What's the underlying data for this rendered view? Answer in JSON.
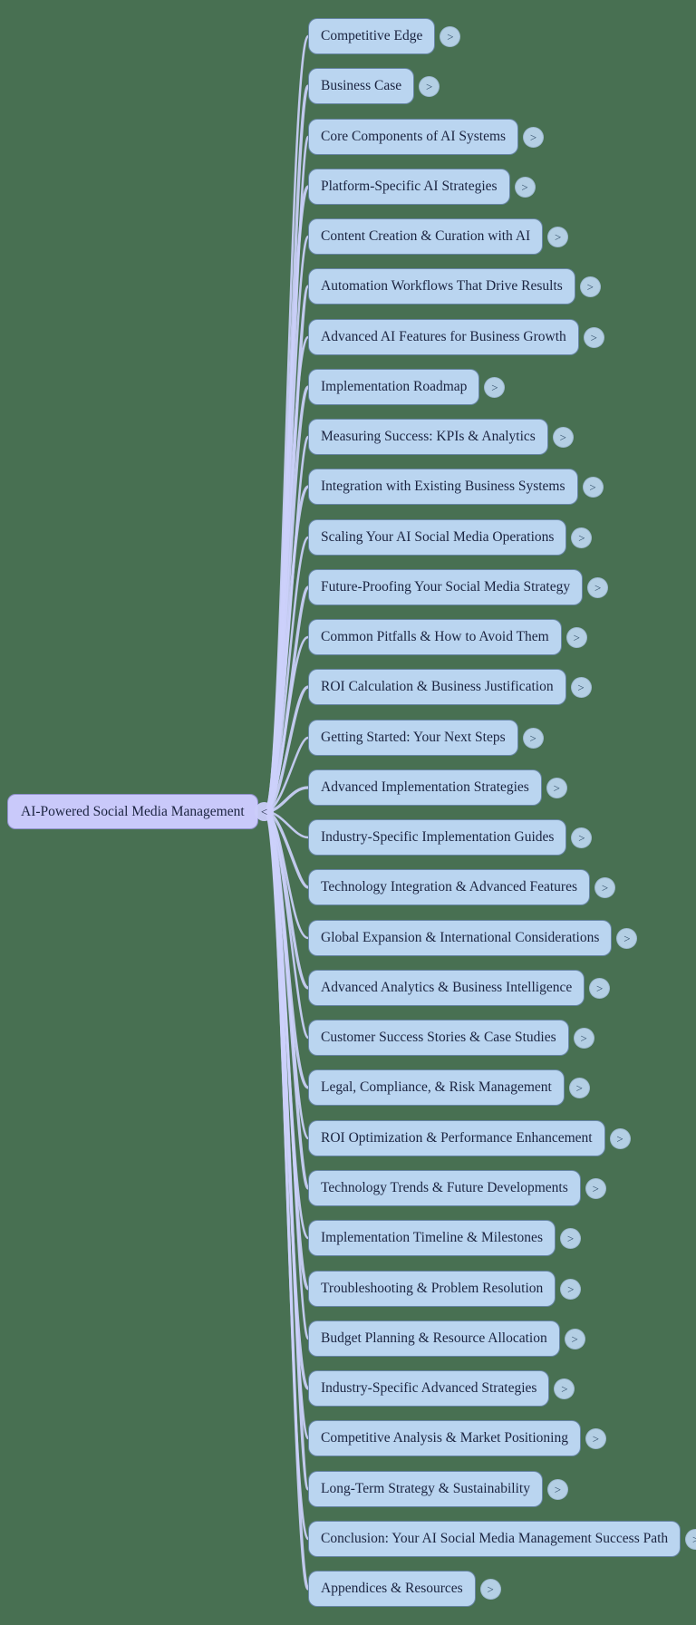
{
  "canvas": {
    "background_color": "#487052",
    "edge_color": "#ccd0fb"
  },
  "root": {
    "label": "AI-Powered Social Media Management",
    "collapse_glyph": "<",
    "fill": "#c9c9fa",
    "text_color": "#1b2440"
  },
  "node_style": {
    "fill": "#bad5f0",
    "border_color": "#3d6186",
    "text_color": "#1b2440",
    "expand_glyph": ">"
  },
  "children": [
    {
      "label": "Competitive Edge"
    },
    {
      "label": "Business Case"
    },
    {
      "label": "Core Components of AI Systems"
    },
    {
      "label": "Platform-Specific AI Strategies"
    },
    {
      "label": "Content Creation & Curation with AI"
    },
    {
      "label": "Automation Workflows That Drive Results"
    },
    {
      "label": "Advanced AI Features for Business Growth"
    },
    {
      "label": "Implementation Roadmap"
    },
    {
      "label": "Measuring Success: KPIs & Analytics"
    },
    {
      "label": "Integration with Existing Business Systems"
    },
    {
      "label": "Scaling Your AI Social Media Operations"
    },
    {
      "label": "Future-Proofing Your Social Media Strategy"
    },
    {
      "label": "Common Pitfalls & How to Avoid Them"
    },
    {
      "label": "ROI Calculation & Business Justification"
    },
    {
      "label": "Getting Started: Your Next Steps"
    },
    {
      "label": "Advanced Implementation Strategies"
    },
    {
      "label": "Industry-Specific Implementation Guides"
    },
    {
      "label": "Technology Integration & Advanced Features"
    },
    {
      "label": "Global Expansion & International Considerations"
    },
    {
      "label": "Advanced Analytics & Business Intelligence"
    },
    {
      "label": "Customer Success Stories & Case Studies"
    },
    {
      "label": "Legal, Compliance, & Risk Management"
    },
    {
      "label": "ROI Optimization & Performance Enhancement"
    },
    {
      "label": "Technology Trends & Future Developments"
    },
    {
      "label": "Implementation Timeline & Milestones"
    },
    {
      "label": "Troubleshooting & Problem Resolution"
    },
    {
      "label": "Budget Planning & Resource Allocation"
    },
    {
      "label": "Industry-Specific Advanced Strategies"
    },
    {
      "label": "Competitive Analysis & Market Positioning"
    },
    {
      "label": "Long-Term Strategy & Sustainability"
    },
    {
      "label": "Conclusion: Your AI Social Media Management Success Path"
    },
    {
      "label": "Appendices & Resources"
    }
  ]
}
